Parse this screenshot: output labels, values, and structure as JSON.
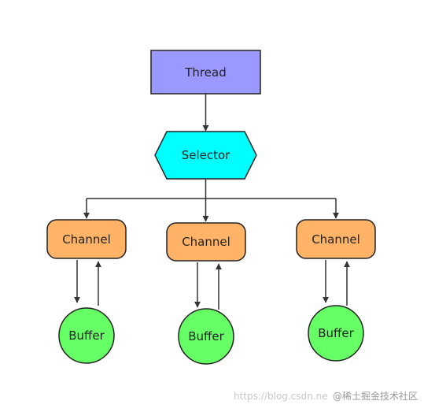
{
  "nodes": {
    "thread": {
      "label": "Thread",
      "fill": "#9999ff"
    },
    "selector": {
      "label": "Selector",
      "fill": "#00ffff"
    },
    "channels": [
      {
        "label": "Channel",
        "fill": "#ffb366"
      },
      {
        "label": "Channel",
        "fill": "#ffb366"
      },
      {
        "label": "Channel",
        "fill": "#ffb366"
      }
    ],
    "buffers": [
      {
        "label": "Buffer",
        "fill": "#66ff66"
      },
      {
        "label": "Buffer",
        "fill": "#66ff66"
      },
      {
        "label": "Buffer",
        "fill": "#66ff66"
      }
    ]
  },
  "watermark": {
    "url": "https://blog.csdn.ne",
    "community": "@稀土掘金技术社区"
  }
}
